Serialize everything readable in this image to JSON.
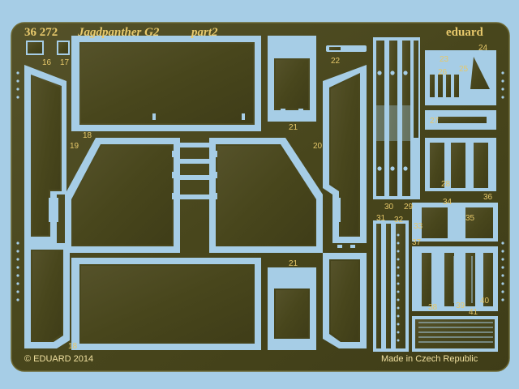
{
  "sheet": {
    "catalog_number": "36 272",
    "title": "Jagdpanther G2",
    "subtitle": "part2",
    "brand": "eduard",
    "copyright": "© EDUARD 2014",
    "origin": "Made in Czech Republic"
  },
  "part_numbers": [
    "16",
    "17",
    "18",
    "19",
    "20",
    "21",
    "22",
    "23",
    "24",
    "25",
    "26",
    "27",
    "28",
    "29",
    "30",
    "31",
    "32",
    "33",
    "34",
    "35",
    "36",
    "37",
    "38",
    "39",
    "40",
    "41"
  ],
  "colors": {
    "background": "#a6cde6",
    "fret": "#4c4a1e",
    "fret_dark": "#3c3b16",
    "fret_edge": "#6b6630",
    "text": "#e6c86a"
  }
}
